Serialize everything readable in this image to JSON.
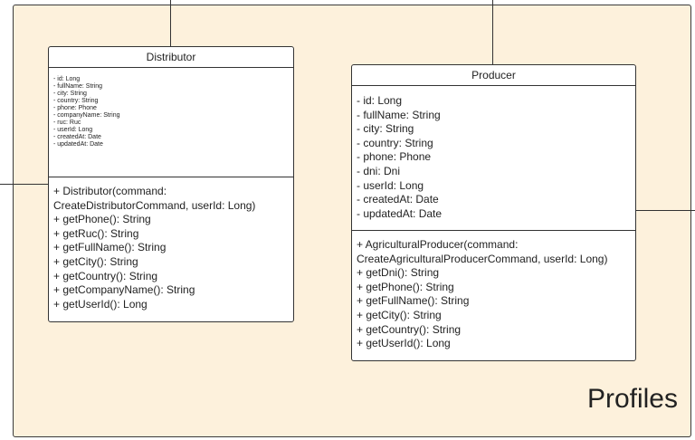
{
  "package": {
    "title": "Profiles"
  },
  "distributor": {
    "name": "Distributor",
    "attributes": [
      "- id: Long",
      "- fullName: String",
      "- city: String",
      "- country: String",
      "- phone: Phone",
      "- companyName: String",
      "- ruc: Ruc",
      "- userId: Long",
      "- createdAt: Date",
      "- updatedAt: Date"
    ],
    "methods": [
      "+ Distributor(command:",
      "CreateDistributorCommand, userId: Long)",
      "+ getPhone(): String",
      "+ getRuc(): String",
      "+ getFullName(): String",
      "+ getCity(): String",
      "+ getCountry(): String",
      "+ getCompanyName(): String",
      "+ getUserId(): Long"
    ]
  },
  "producer": {
    "name": "Producer",
    "attributes": [
      "- id: Long",
      "- fullName: String",
      "- city: String",
      "- country: String",
      "- phone: Phone",
      "- dni: Dni",
      "- userId: Long",
      "- createdAt: Date",
      "- updatedAt: Date"
    ],
    "methods": [
      "+ AgriculturalProducer(command:",
      "CreateAgriculturalProducerCommand, userId: Long)",
      "+ getDni(): String",
      "+ getPhone(): String",
      "+ getFullName(): String",
      "+ getCity(): String",
      "+ getCountry(): String",
      "+ getUserId(): Long"
    ]
  }
}
